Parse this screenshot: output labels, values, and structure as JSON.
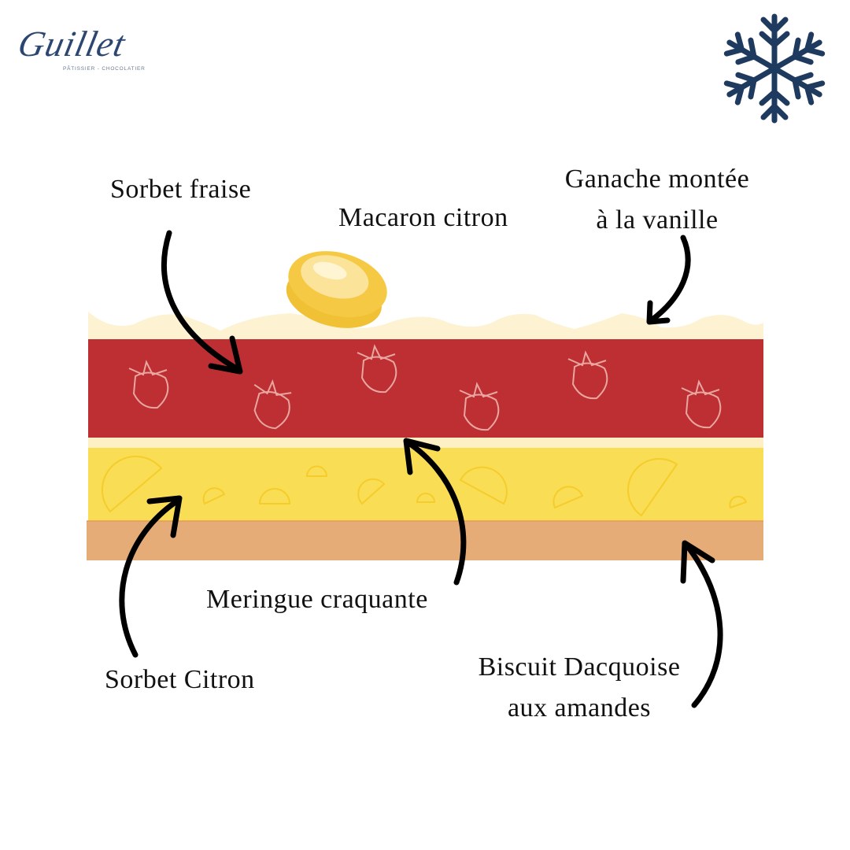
{
  "brand": {
    "name": "Guillet",
    "tagline": "PÂTISSIER - CHOCOLATIER"
  },
  "icons": {
    "frozen": "snowflake-icon"
  },
  "colors": {
    "navy": "#1f3a5f",
    "cream": "#fdf3d2",
    "strawberry": "#bd2f32",
    "meringue": "#fdf0c4",
    "lemon": "#f9dd55",
    "biscuit": "#e6ac77",
    "macaron": "#f6c945"
  },
  "labels": {
    "sorbet_fraise": "Sorbet fraise",
    "macaron_citron": "Macaron citron",
    "ganache_line1": "Ganache montée",
    "ganache_line2": "à la vanille",
    "meringue": "Meringue craquante",
    "sorbet_citron": "Sorbet Citron",
    "biscuit_line1": "Biscuit Dacquoise",
    "biscuit_line2": "aux amandes"
  }
}
